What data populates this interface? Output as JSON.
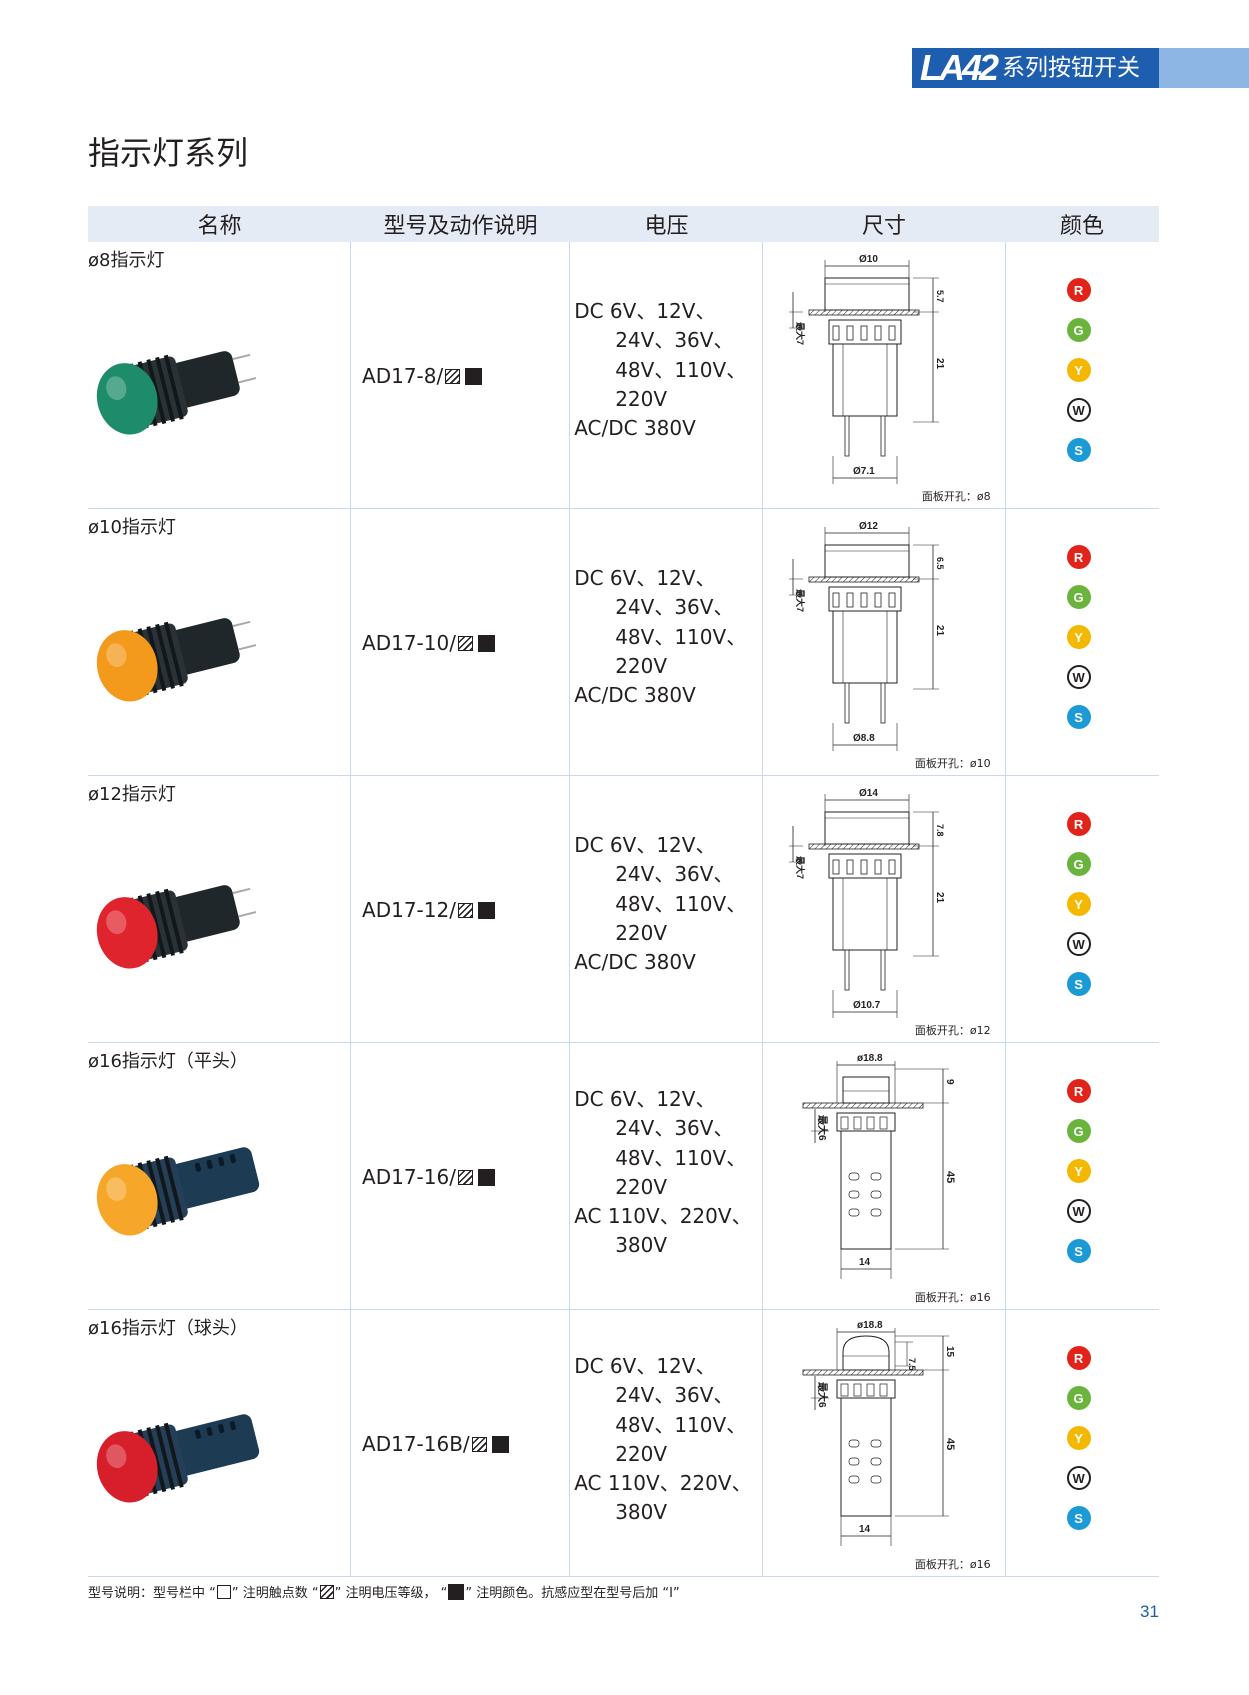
{
  "header": {
    "series_code": "LA42",
    "series_text": "系列按钮开关"
  },
  "page_title": "指示灯系列",
  "columns": [
    "名称",
    "型号及动作说明",
    "电压",
    "尺寸",
    "颜色"
  ],
  "rows": [
    {
      "name": "ø8指示灯",
      "model": "AD17-8/",
      "voltage": [
        "DC  6V、12V、",
        "24V、36V、",
        "48V、110V、",
        "220V",
        "AC/DC   380V"
      ],
      "dims": {
        "head": "Ø10",
        "top": "5.7",
        "body": "21",
        "side": "最大7",
        "bottom": "Ø7.1"
      },
      "panel_hole": "面板开孔：ø8",
      "lamp_color": "#1e8c6a"
    },
    {
      "name": "ø10指示灯",
      "model": "AD17-10/",
      "voltage": [
        "DC  6V、12V、",
        "24V、36V、",
        "48V、110V、",
        "220V",
        "AC/DC  380V"
      ],
      "dims": {
        "head": "Ø12",
        "top": "6.5",
        "body": "21",
        "side": "最大7",
        "bottom": "Ø8.8"
      },
      "panel_hole": "面板开孔：ø10",
      "lamp_color": "#f39a1d"
    },
    {
      "name": "ø12指示灯",
      "model": "AD17-12/",
      "voltage": [
        "DC  6V、12V、",
        "24V、36V、",
        "48V、110V、",
        "220V",
        "AC/DC  380V"
      ],
      "dims": {
        "head": "Ø14",
        "top": "7.8",
        "body": "21",
        "side": "最大7",
        "bottom": "Ø10.7"
      },
      "panel_hole": "面板开孔：ø12",
      "lamp_color": "#e0242e"
    },
    {
      "name": "ø16指示灯（平头）",
      "model": "AD17-16/",
      "voltage": [
        "DC  6V、12V、",
        "24V、36V、",
        "48V、110V、",
        "220V",
        "AC 110V、220V、",
        "380V"
      ],
      "dims": {
        "head": "ø18.8",
        "top": "9",
        "body": "45",
        "side": "最大6",
        "bottom": "14"
      },
      "panel_hole": "面板开孔：ø16",
      "lamp_color": "#f6a72a"
    },
    {
      "name": "ø16指示灯（球头）",
      "model": "AD17-16B/",
      "voltage": [
        "DC  6V、12V、",
        "24V、36V、",
        "48V、110V、",
        "220V",
        "AC  110V、220V、",
        "380V"
      ],
      "dims": {
        "head": "ø18.8",
        "top": "15",
        "top2": "7.5",
        "body": "45",
        "side": "最大6",
        "bottom": "14"
      },
      "panel_hole": "面板开孔：ø16",
      "lamp_color": "#d61f2b"
    }
  ],
  "color_codes": [
    {
      "letter": "R",
      "color": "#e2231a"
    },
    {
      "letter": "G",
      "color": "#6ab43e"
    },
    {
      "letter": "Y",
      "color": "#f5b800"
    },
    {
      "letter": "W",
      "color": "#ffffff"
    },
    {
      "letter": "S",
      "color": "#1b9ad6"
    }
  ],
  "footnote": {
    "p1": "型号说明：型号栏中 “",
    "p2": "” 注明触点数 “",
    "p3": "” 注明电压等级， “",
    "p4": "” 注明颜色。抗感应型在型号后加 “I”"
  },
  "page_number": "31"
}
